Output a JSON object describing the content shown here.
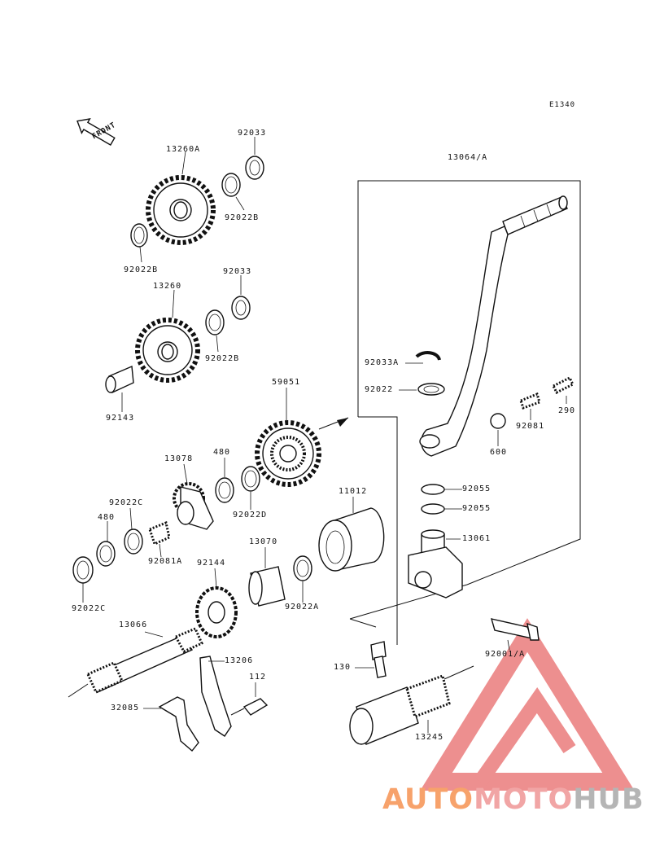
{
  "diagram_code": "E1340",
  "front_label": "FRONT",
  "watermark": {
    "part1": "AUTO",
    "part2": "MOTO",
    "part3": "HUB"
  },
  "colors": {
    "line": "#111111",
    "watermark_orange": "#f7a26b",
    "watermark_red": "#f1a5a5",
    "watermark_gray": "#b5b5b5",
    "triangle": "#e86a6a"
  },
  "labels": {
    "p13064A": "13064/A",
    "p92033top": "92033",
    "p13260A": "13260A",
    "p92022B_a": "92022B",
    "p92022B_b": "92022B",
    "p92033mid": "92033",
    "p13260": "13260",
    "p92022B_c": "92022B",
    "p92143": "92143",
    "p59051": "59051",
    "p92033A": "92033A",
    "p92022": "92022",
    "p290": "290",
    "p92081": "92081",
    "p600": "600",
    "p13078": "13078",
    "p480a": "480",
    "p92022D": "92022D",
    "p92022C_u": "92022C",
    "p480b": "480",
    "p92081A": "92081A",
    "p11012": "11012",
    "p92055a": "92055",
    "p92055b": "92055",
    "p13061": "13061",
    "p13070": "13070",
    "p92144": "92144",
    "p92022A": "92022A",
    "p92022C_l": "92022C",
    "p13066": "13066",
    "p13206": "13206",
    "p112": "112",
    "p32085": "32085",
    "p130": "130",
    "p92001A": "92001/A",
    "p13245": "13245"
  }
}
